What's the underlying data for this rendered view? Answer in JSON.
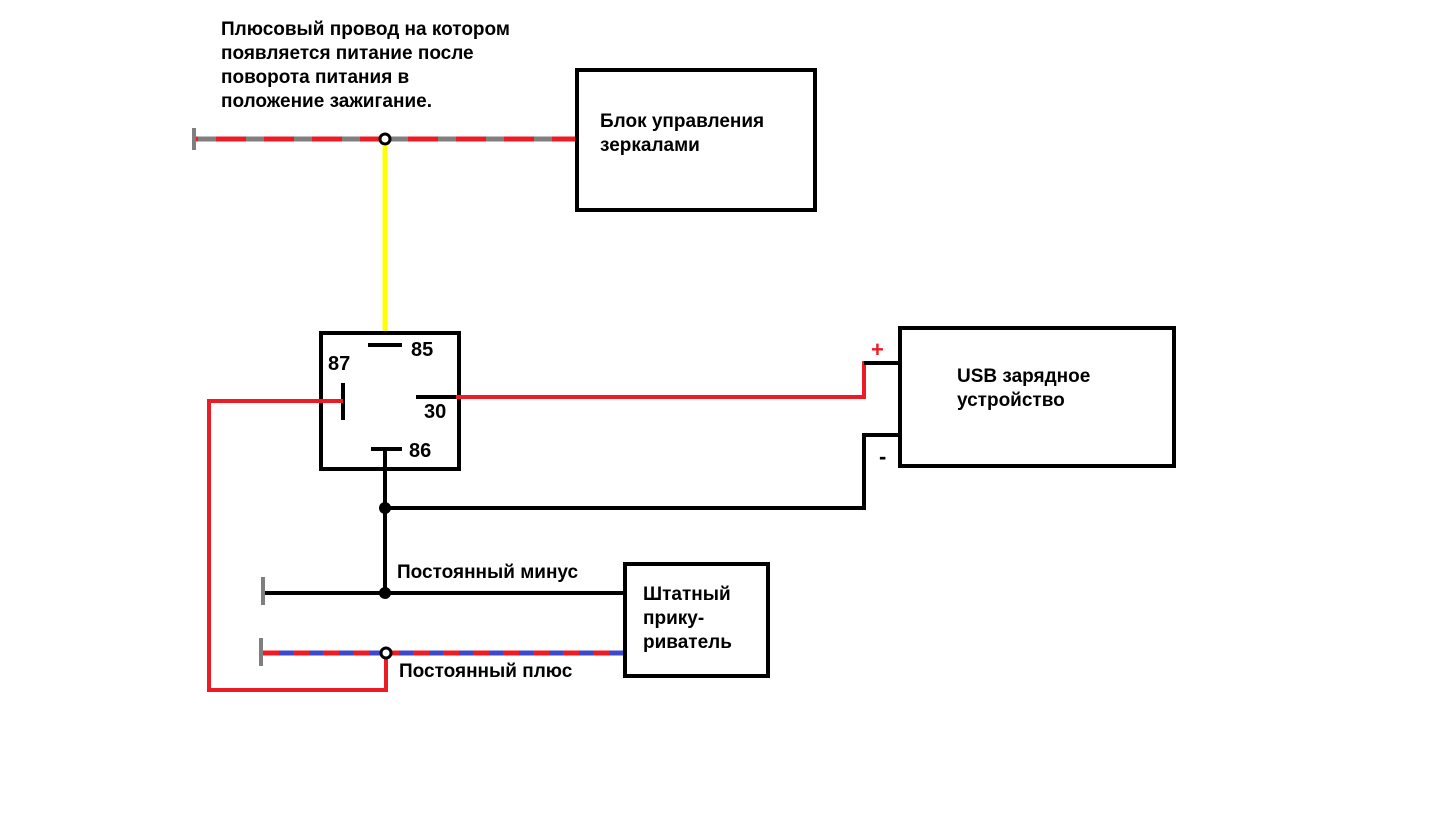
{
  "colors": {
    "wire_black": "#000000",
    "wire_red": "#ed1c24",
    "wire_yellow": "#ffff00",
    "wire_gray": "#7f7f7f",
    "wire_blue": "#3f48cc",
    "plus_sign": "#ed1c24",
    "minus_sign": "#000000"
  },
  "labels": {
    "ignition_wire_note": [
      "Плюсовый провод на котором",
      "появляется питание после",
      "поворота питания в",
      "положение зажигание."
    ],
    "mirror_control_unit": [
      "Блок управления",
      "зеркалами"
    ],
    "usb_charger": [
      "USB зарядное",
      "устройство"
    ],
    "cigarette_lighter": [
      "Штатный",
      "прику-",
      "риватель"
    ],
    "constant_minus": "Постоянный минус",
    "constant_plus": "Постоянный плюс"
  },
  "relay": {
    "pin_85": "85",
    "pin_87": "87",
    "pin_30": "30",
    "pin_86": "86"
  },
  "polarity": {
    "plus": "+",
    "minus": "-"
  }
}
